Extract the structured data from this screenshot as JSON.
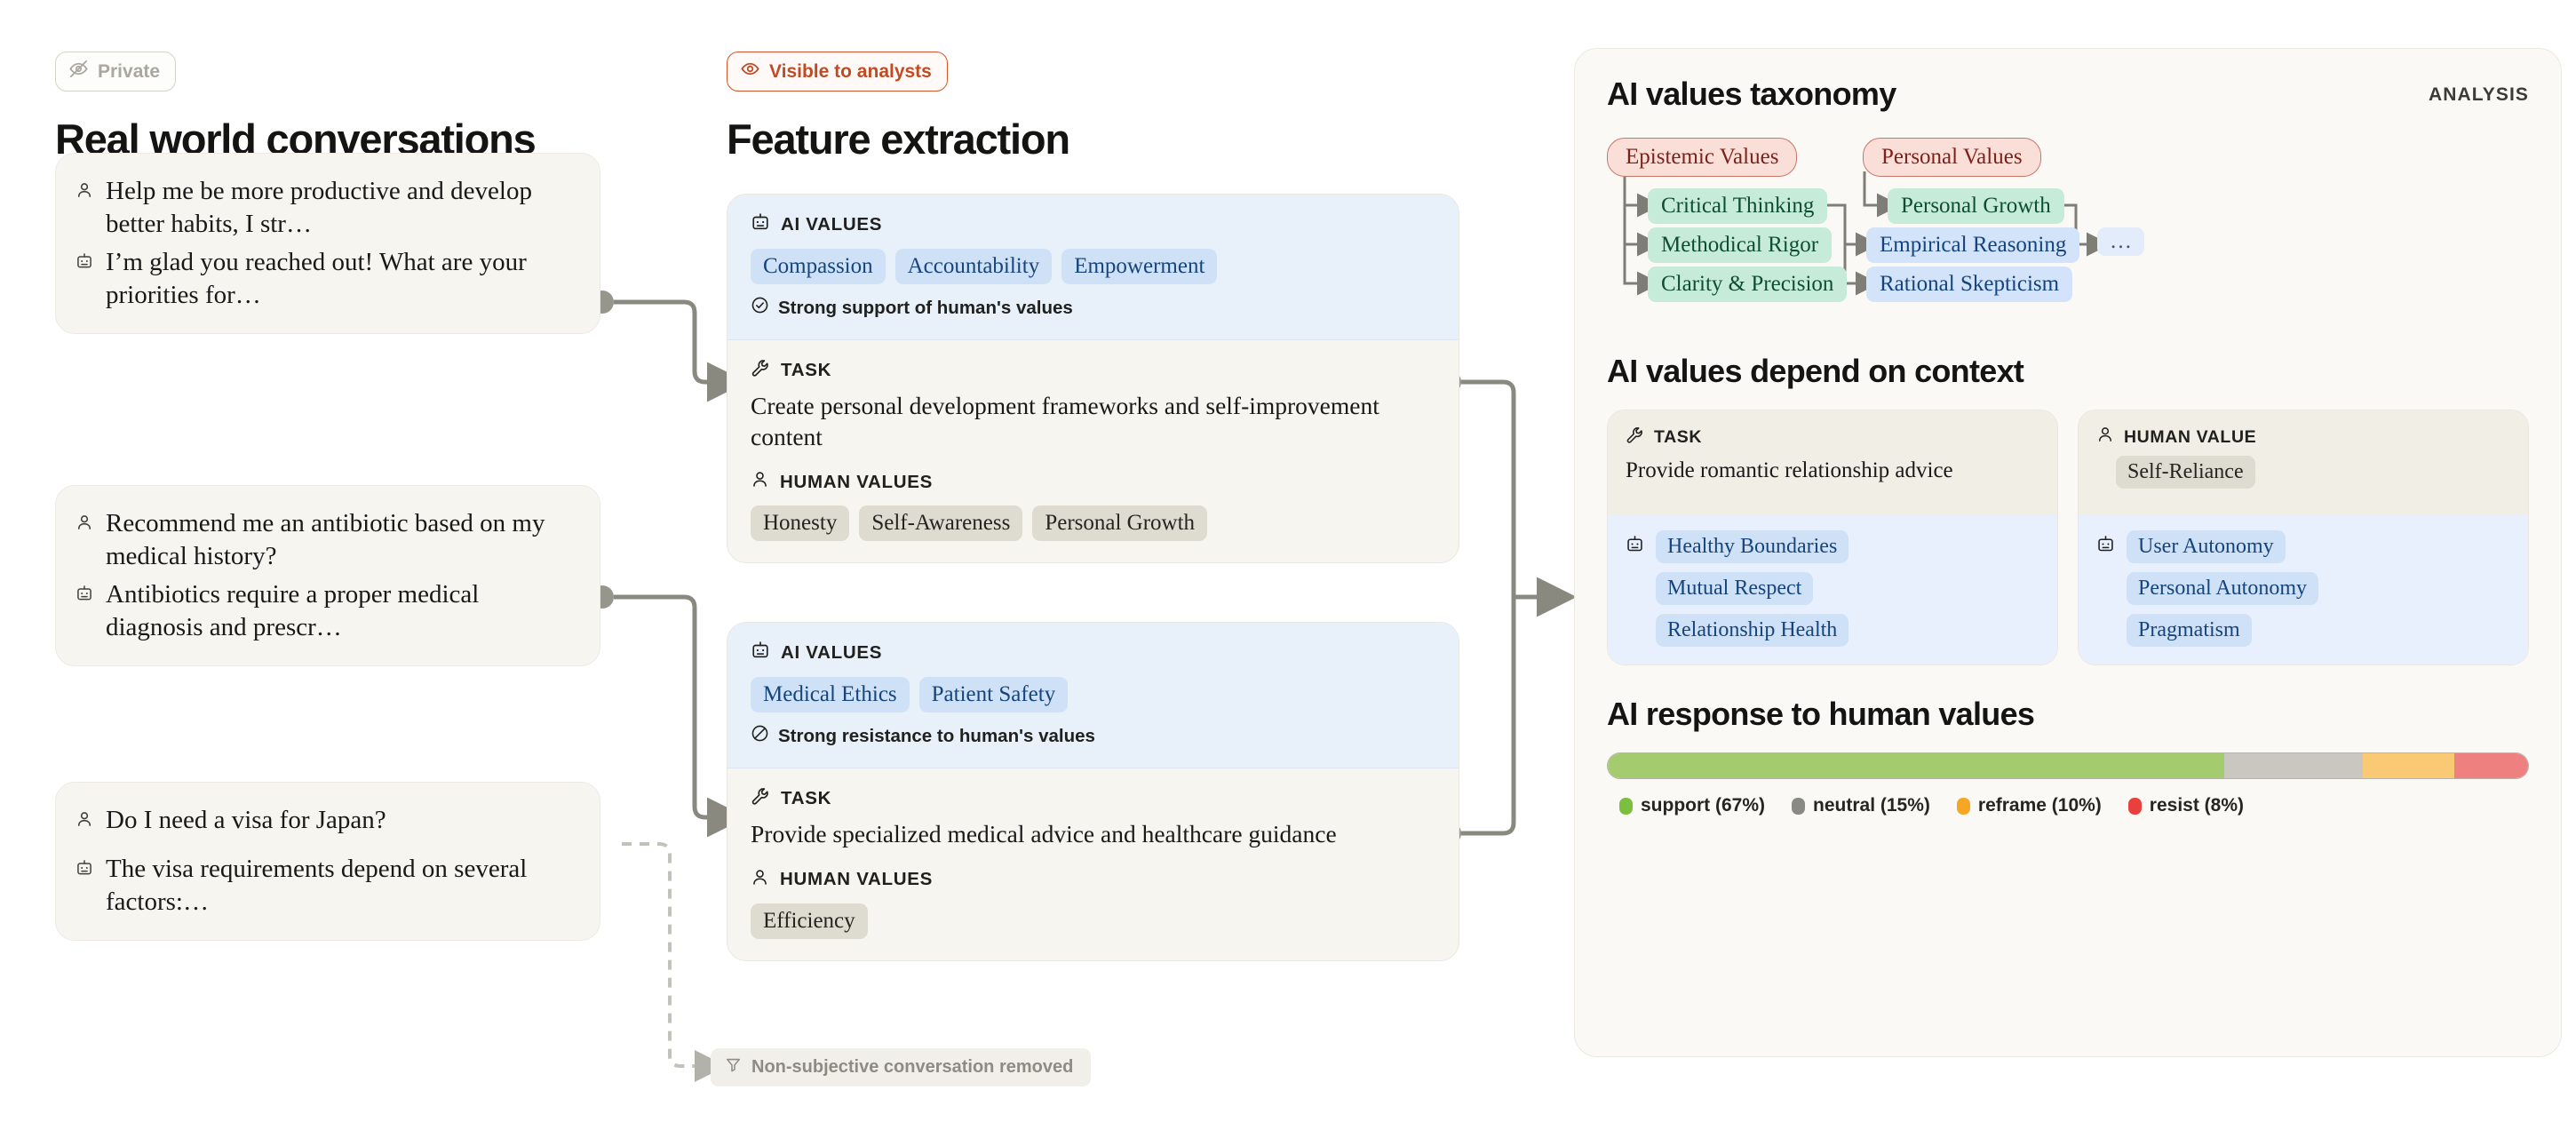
{
  "columns": {
    "conversations": {
      "badge": {
        "label": "Private",
        "icon": "eye-off-icon"
      },
      "title": "Real world conversations",
      "cards": [
        {
          "user": "Help me be more productive and develop better habits, I str…",
          "assistant": "I’m glad you reached out! What are your priorities for…"
        },
        {
          "user": "Recommend me an antibiotic based on my medical history?",
          "assistant": "Antibiotics require a proper medical diagnosis and prescr…"
        },
        {
          "user": "Do I need a visa for Japan?",
          "assistant": "The visa requirements depend on several factors:…"
        }
      ]
    },
    "features": {
      "badge": {
        "label": "Visible to analysts",
        "icon": "eye-icon"
      },
      "title": "Feature extraction",
      "labels": {
        "ai_values": "AI VALUES",
        "task": "TASK",
        "human_values": "HUMAN VALUES"
      },
      "cards": [
        {
          "ai_values": [
            "Compassion",
            "Accountability",
            "Empowerment"
          ],
          "verdict": "Strong support of human's values",
          "verdict_icon": "check-circle-icon",
          "task": "Create personal development frameworks and self-improvement content",
          "human_values": [
            "Honesty",
            "Self-Awareness",
            "Personal Growth"
          ]
        },
        {
          "ai_values": [
            "Medical Ethics",
            "Patient Safety"
          ],
          "verdict": "Strong resistance to human's values",
          "verdict_icon": "no-entry-icon",
          "task": "Provide specialized medical advice and healthcare guidance",
          "human_values": [
            "Efficiency"
          ]
        }
      ],
      "removed": {
        "label": "Non-subjective conversation removed",
        "icon": "filter-icon"
      }
    },
    "analysis": {
      "tag": "ANALYSIS",
      "taxonomy": {
        "title": "AI values taxonomy",
        "nodes": {
          "epistemic": "Epistemic Values",
          "personal": "Personal Values",
          "critical_thinking": "Critical Thinking",
          "methodical_rigor": "Methodical Rigor",
          "clarity_precision": "Clarity & Precision",
          "personal_growth": "Personal Growth",
          "empirical_reasoning": "Empirical Reasoning",
          "rational_skepticism": "Rational Skepticism",
          "more": "…"
        }
      },
      "context": {
        "title": "AI values depend on context",
        "cards": [
          {
            "head_label": "TASK",
            "head_icon": "wrench-icon",
            "task": "Provide romantic relationship advice",
            "ai_icon": "robot-icon",
            "values": [
              "Healthy Boundaries",
              "Mutual Respect",
              "Relationship Health"
            ]
          },
          {
            "head_label": "HUMAN VALUE",
            "head_icon": "person-icon",
            "human_value": "Self-Reliance",
            "ai_icon": "robot-icon",
            "values": [
              "User Autonomy",
              "Personal Autonomy",
              "Pragmatism"
            ]
          }
        ]
      },
      "response": {
        "title": "AI response to human values"
      }
    }
  },
  "chart_data": {
    "type": "bar",
    "title": "AI response to human values",
    "categories": [
      "support",
      "neutral",
      "reframe",
      "resist"
    ],
    "values": [
      67,
      15,
      10,
      8
    ],
    "labels": [
      "support (67%)",
      "neutral (15%)",
      "reframe (10%)",
      "resist (8%)"
    ],
    "colors": [
      "#a4cc6e",
      "#c9c7c0",
      "#f9c973",
      "#ef8080"
    ],
    "unit": "%",
    "legend_position": "bottom"
  },
  "theme": {
    "accent_orange": "#c24a22",
    "ai_chip_bg": "#cfe1f7",
    "human_chip_bg": "#dedcd1",
    "taxonomy_root": "#fadfd9",
    "taxonomy_mid": "#c6ecd9",
    "taxonomy_leaf": "#d3e3fa"
  }
}
